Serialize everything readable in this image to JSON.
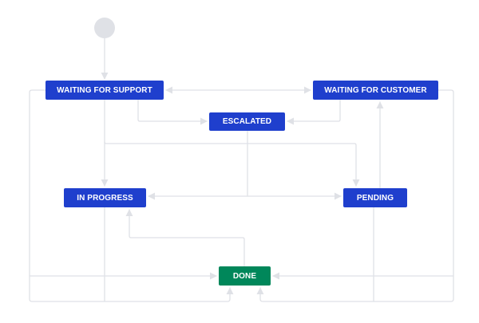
{
  "colors": {
    "status_blue": "#1f3fcd",
    "status_green": "#00875a",
    "start_circle": "#dfe1e6",
    "edge": "#dfe1e6"
  },
  "nodes": {
    "waiting_for_support": "WAITING FOR SUPPORT",
    "waiting_for_customer": "WAITING FOR CUSTOMER",
    "escalated": "ESCALATED",
    "in_progress": "IN PROGRESS",
    "pending": "PENDING",
    "done": "DONE"
  },
  "transitions": [
    {
      "from": "start",
      "to": "waiting_for_support"
    },
    {
      "from": "waiting_for_support",
      "to": "waiting_for_customer"
    },
    {
      "from": "waiting_for_customer",
      "to": "waiting_for_support"
    },
    {
      "from": "waiting_for_support",
      "to": "escalated"
    },
    {
      "from": "waiting_for_customer",
      "to": "escalated"
    },
    {
      "from": "waiting_for_support",
      "to": "in_progress"
    },
    {
      "from": "waiting_for_support",
      "to": "pending"
    },
    {
      "from": "escalated",
      "to": "in_progress"
    },
    {
      "from": "escalated",
      "to": "pending"
    },
    {
      "from": "pending",
      "to": "waiting_for_customer"
    },
    {
      "from": "done",
      "to": "in_progress"
    },
    {
      "from": "waiting_for_support",
      "to": "done"
    },
    {
      "from": "waiting_for_customer",
      "to": "done"
    },
    {
      "from": "in_progress",
      "to": "done"
    },
    {
      "from": "pending",
      "to": "done"
    }
  ]
}
